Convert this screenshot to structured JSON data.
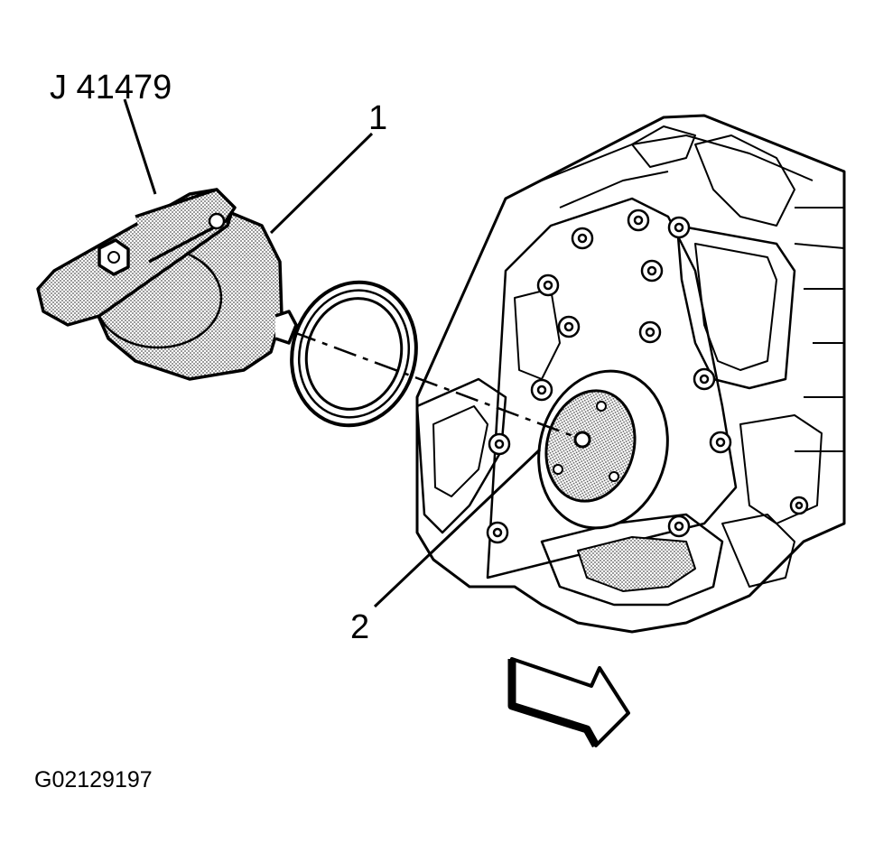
{
  "labels": {
    "tool": "J 41479",
    "callout_1": "1",
    "callout_2": "2",
    "figure_id": "G02129197"
  },
  "colors": {
    "ink": "#000000",
    "paper": "#ffffff",
    "stipple": "#8a8a8a"
  }
}
